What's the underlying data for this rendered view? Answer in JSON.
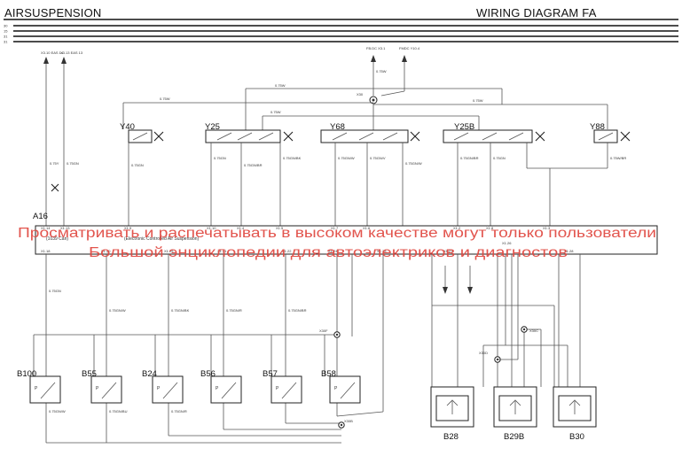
{
  "header": {
    "left_title": "AIRSUSPENSION",
    "right_title": "WIRING DIAGRAM FA"
  },
  "bus_labels": [
    "30",
    "15",
    "31",
    "31"
  ],
  "ecu": {
    "name": "A16",
    "desc1": "(1039 Can)",
    "desc2": "(Electronic Controlled Air Suspension)"
  },
  "valves": [
    "Y40",
    "Y25",
    "Y68",
    "Y25B",
    "Y88"
  ],
  "sensors_p": [
    "B100",
    "B55",
    "B24",
    "B56",
    "B57",
    "B58"
  ],
  "sensors_h": [
    "B28",
    "B29B",
    "B30"
  ],
  "top_refs": [
    "X3.10 EAS 14",
    "X3.13 EAS 13",
    "FB.DC X3.1",
    "FMDC Y10.4"
  ],
  "junctions": [
    "X30",
    "X30F",
    "X30B",
    "X30C",
    "X30D"
  ],
  "pins_top": [
    "X1.14",
    "X1.13",
    "X1.9",
    "X1.10",
    "X1.4",
    "X1.5",
    "X1.7",
    "X1.6",
    "X1.2",
    "X1.8",
    "X1.3"
  ],
  "pins_bot": [
    "X1.18",
    "X1.20",
    "X1.25",
    "X1.21",
    "X1.22",
    "X1.24",
    "X1.26",
    "X1.23",
    "X1.27",
    "X1.28"
  ],
  "wire_colors": [
    "0.75W",
    "0.75W",
    "0.75W",
    "0.75W",
    "0.75W",
    "0.75W",
    "0.75W",
    "0.75W/BR",
    "0.75Y",
    "0.75GN",
    "0.75GN",
    "0.75GN",
    "0.75GN/BR",
    "0.75GN/BK",
    "0.75GN/W",
    "0.75GN/V",
    "0.75GN/W",
    "0.75GN/BR",
    "0.75GN",
    "0.75GN",
    "0.75GN/W",
    "0.75GN/BK",
    "0.75GN/R",
    "0.75GN/BR",
    "0.75GN/W",
    "0.75GN/BU",
    "0.75GN/R"
  ],
  "watermark": {
    "line1": "Просматривать и распечатывать в высоком качестве могут только пользователи",
    "line2": "Большой энциклопедии для автоэлектриков и диагностов"
  }
}
